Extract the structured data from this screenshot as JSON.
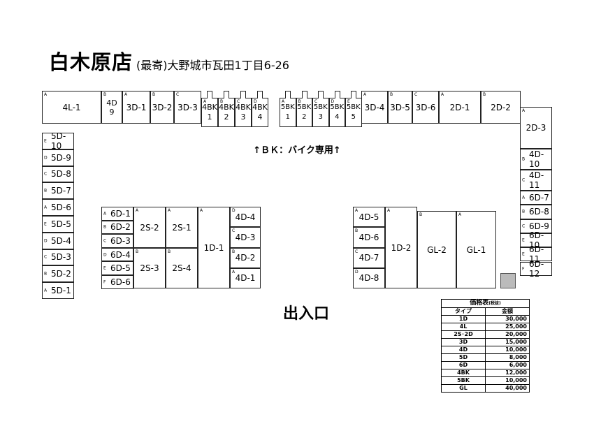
{
  "title": "白木原店",
  "address": "(最寄)大野城市瓦田1丁目6-26",
  "bk_note": "↑ＢＫ：バイク専用↑",
  "entrance": "出入口",
  "top_row_left": [
    {
      "letter": "A",
      "label": "4L-1"
    },
    {
      "letter": "B",
      "label": "4D\n9"
    },
    {
      "letter": "A",
      "label": "3D-1"
    },
    {
      "letter": "B",
      "label": "3D-2"
    },
    {
      "letter": "C",
      "label": "3D-3"
    }
  ],
  "bikes_4": [
    {
      "letter": "A",
      "label": "4BK\n1"
    },
    {
      "letter": "B",
      "label": "4BK\n2"
    },
    {
      "letter": "C",
      "label": "4BK\n3"
    },
    {
      "letter": "D",
      "label": "4BK\n4"
    }
  ],
  "bikes_5": [
    {
      "letter": "A",
      "label": "5BK\n1"
    },
    {
      "letter": "B",
      "label": "5BK\n2"
    },
    {
      "letter": "C",
      "label": "5BK\n3"
    },
    {
      "letter": "D",
      "label": "5BK\n4"
    },
    {
      "letter": "E",
      "label": "5BK\n5"
    }
  ],
  "top_row_right": [
    {
      "letter": "A",
      "label": "3D-4"
    },
    {
      "letter": "B",
      "label": "3D-5"
    },
    {
      "letter": "C",
      "label": "3D-6"
    },
    {
      "letter": "A",
      "label": "2D-1"
    },
    {
      "letter": "B",
      "label": "2D-2"
    }
  ],
  "left_column": [
    {
      "letter": "E",
      "label": "5D-10"
    },
    {
      "letter": "D",
      "label": "5D-9"
    },
    {
      "letter": "C",
      "label": "5D-8"
    },
    {
      "letter": "B",
      "label": "5D-7"
    },
    {
      "letter": "A",
      "label": "5D-6"
    },
    {
      "letter": "E",
      "label": "5D-5"
    },
    {
      "letter": "D",
      "label": "5D-4"
    },
    {
      "letter": "C",
      "label": "5D-3"
    },
    {
      "letter": "B",
      "label": "5D-2"
    },
    {
      "letter": "A",
      "label": "5D-1"
    }
  ],
  "right_column": [
    {
      "letter": "A",
      "label": "2D-3"
    },
    {
      "letter": "B",
      "label": "4D-10"
    },
    {
      "letter": "C",
      "label": "4D-11"
    },
    {
      "letter": "A",
      "label": "6D-7"
    },
    {
      "letter": "B",
      "label": "6D-8"
    },
    {
      "letter": "C",
      "label": "6D-9"
    },
    {
      "letter": "E",
      "label": "6D-10"
    },
    {
      "letter": "E",
      "label": "6D-11"
    },
    {
      "letter": "F",
      "label": "6D-12"
    }
  ],
  "center_6d": [
    {
      "letter": "A",
      "label": "6D-1"
    },
    {
      "letter": "B",
      "label": "6D-2"
    },
    {
      "letter": "C",
      "label": "6D-3"
    },
    {
      "letter": "D",
      "label": "6D-4"
    },
    {
      "letter": "E",
      "label": "6D-5"
    },
    {
      "letter": "F",
      "label": "6D-6"
    }
  ],
  "center_2s": [
    {
      "letter": "A",
      "label": "2S-2"
    },
    {
      "letter": "A",
      "label": "2S-1"
    },
    {
      "letter": "B",
      "label": "2S-3"
    },
    {
      "letter": "B",
      "label": "2S-4"
    }
  ],
  "center_1d": {
    "letter": "A",
    "label": "1D-1"
  },
  "center_4d": [
    {
      "letter": "D",
      "label": "4D-4"
    },
    {
      "letter": "C",
      "label": "4D-3"
    },
    {
      "letter": "B",
      "label": "4D-2"
    },
    {
      "letter": "A",
      "label": "4D-1"
    }
  ],
  "right_4d": [
    {
      "letter": "A",
      "label": "4D-5"
    },
    {
      "letter": "B",
      "label": "4D-6"
    },
    {
      "letter": "C",
      "label": "4D-7"
    },
    {
      "letter": "D",
      "label": "4D-8"
    }
  ],
  "right_1d": {
    "letter": "A",
    "label": "1D-2"
  },
  "right_gl": [
    {
      "letter": "B",
      "label": "GL-2"
    },
    {
      "letter": "A",
      "label": "GL-1"
    }
  ],
  "price_table": {
    "caption": "価格表",
    "caption_note": "(税抜)",
    "col_type": "タイプ",
    "col_price": "金額",
    "rows": [
      {
        "type": "1D",
        "price": "30,000"
      },
      {
        "type": "4L",
        "price": "25,000"
      },
      {
        "type": "2S･2D",
        "price": "20,000"
      },
      {
        "type": "3D",
        "price": "15,000"
      },
      {
        "type": "4D",
        "price": "10,000"
      },
      {
        "type": "5D",
        "price": "8,000"
      },
      {
        "type": "6D",
        "price": "6,000"
      },
      {
        "type": "4BK",
        "price": "12,000"
      },
      {
        "type": "5BK",
        "price": "10,000"
      },
      {
        "type": "GL",
        "price": "40,000"
      }
    ]
  }
}
